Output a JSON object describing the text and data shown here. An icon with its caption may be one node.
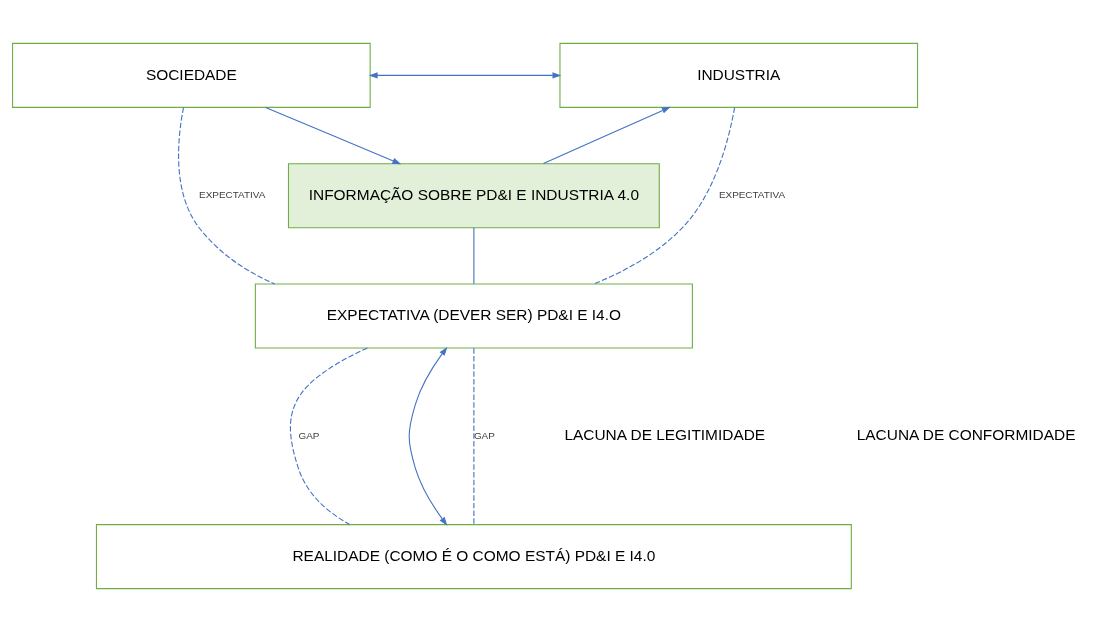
{
  "diagram": {
    "nodes": [
      {
        "text": [
          "SOCIEDADE"
        ]
      },
      {
        "text": [
          "INDUSTRIA"
        ]
      },
      {
        "text": [
          "INFORMAÇÃO SOBRE PD&I E INDUSTRIA 4.0"
        ]
      },
      {
        "text": [
          "EXPECTATIVA (DEVER SER) PD&I E I4.O"
        ]
      },
      {
        "text": [
          "REALIDADE (COMO É O COMO ESTÁ) PD&I E I4.0"
        ]
      }
    ],
    "edges": [
      {
        "from": 0,
        "to": 1,
        "arrow": "both"
      },
      {
        "from": 0,
        "to": 2,
        "arrow": "to"
      },
      {
        "from": 2,
        "to": 1,
        "arrow": "to"
      },
      {
        "from": 0,
        "to": 3,
        "arrow": "none",
        "style": "dashed",
        "label": "EXPECTATIVA"
      },
      {
        "from": 2,
        "to": 3,
        "arrow": "none"
      },
      {
        "from": 1,
        "to": 3,
        "arrow": "none",
        "style": "dashed",
        "label": "EXPECTATIVA"
      },
      {
        "from": 3,
        "to": 4,
        "arrow": "none",
        "style": "dashed",
        "label": "GAP"
      },
      {
        "from": 3,
        "to": 4,
        "arrow": "both"
      },
      {
        "from": 3,
        "to": 4,
        "arrow": "none",
        "style": "dashed",
        "label": "GAP"
      }
    ],
    "labels": [
      "LACUNA DE LEGITIMIDADE",
      "LACUNA DE CONFORMIDADE"
    ]
  }
}
